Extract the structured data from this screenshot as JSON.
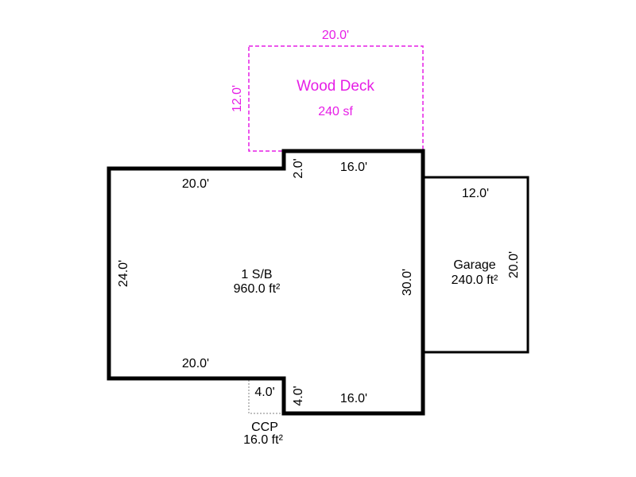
{
  "colors": {
    "wall": "#000000",
    "deck": "#e61ee6",
    "ccp_outline": "#808080",
    "background": "#ffffff"
  },
  "main_area": {
    "name": "1 S/B",
    "area": "960.0 ft²",
    "dims": {
      "top_left": "20.0'",
      "notch_top": "2.0'",
      "top_right": "16.0'",
      "left": "24.0'",
      "right": "30.0'",
      "bottom_left": "20.0'",
      "notch_bottom": "4.0'",
      "bottom_right": "16.0'"
    }
  },
  "garage": {
    "name": "Garage",
    "area": "240.0 ft²",
    "dims": {
      "top": "12.0'",
      "right": "20.0'"
    }
  },
  "deck": {
    "name": "Wood Deck",
    "area": "240 sf",
    "dims": {
      "top": "20.0'",
      "left": "12.0'"
    }
  },
  "ccp": {
    "name": "CCP",
    "area": "16.0 ft²",
    "dims": {
      "top": "4.0'"
    }
  }
}
